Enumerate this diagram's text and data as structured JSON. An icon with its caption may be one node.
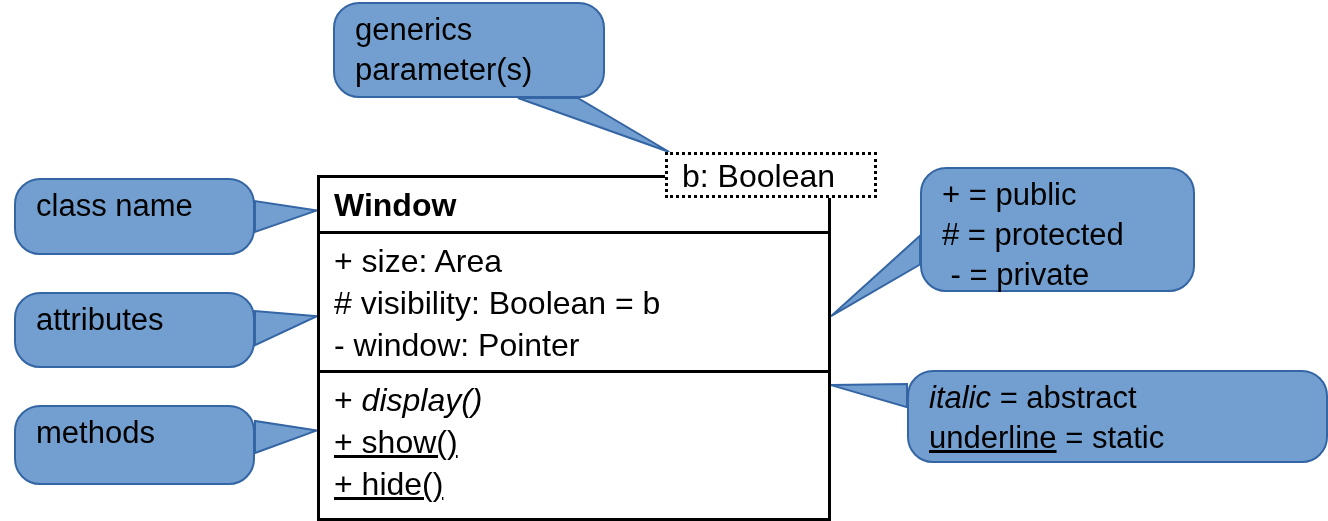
{
  "diagram": {
    "nodes": [
      {
        "text": [
          "generics parameter(s)"
        ]
      },
      {
        "text": [
          "b: Boolean"
        ]
      },
      {
        "text": [
          "Window"
        ]
      },
      {
        "text": [
          "+ size: Area",
          "# visibility: Boolean = b",
          "- window: Pointer"
        ]
      },
      {
        "text": [
          "+ *display()*",
          "+ show()",
          "+ hide()"
        ]
      },
      {
        "text": [
          "class name"
        ]
      },
      {
        "text": [
          "attributes"
        ]
      },
      {
        "text": [
          "methods"
        ]
      },
      {
        "text": [
          "+ = public",
          "# = protected",
          " - = private"
        ]
      },
      {
        "text": [
          "*italic* = abstract",
          "underline = static"
        ]
      }
    ],
    "edges": [
      {
        "from": 0,
        "to": 1,
        "arrow": "none"
      },
      {
        "from": 5,
        "to": 2,
        "arrow": "none"
      },
      {
        "from": 6,
        "to": 3,
        "arrow": "none"
      },
      {
        "from": 7,
        "to": 4,
        "arrow": "none"
      },
      {
        "from": 8,
        "to": 3,
        "arrow": "none"
      },
      {
        "from": 9,
        "to": 4,
        "arrow": "none"
      }
    ]
  }
}
